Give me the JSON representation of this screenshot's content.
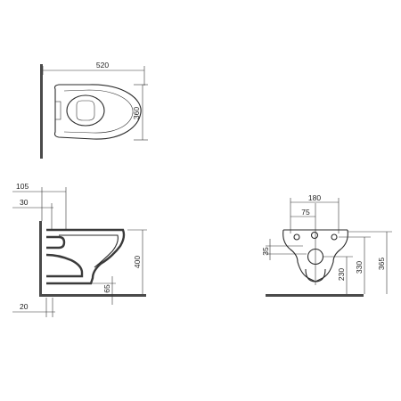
{
  "top_view": {
    "width_label": "520",
    "depth_label": "360"
  },
  "side_view": {
    "label_105": "105",
    "label_30": "30",
    "label_400": "400",
    "label_65": "65",
    "label_20": "20"
  },
  "rear_view": {
    "label_180": "180",
    "label_75": "75",
    "label_35": "35",
    "label_230": "230",
    "label_330": "330",
    "label_365": "365"
  }
}
